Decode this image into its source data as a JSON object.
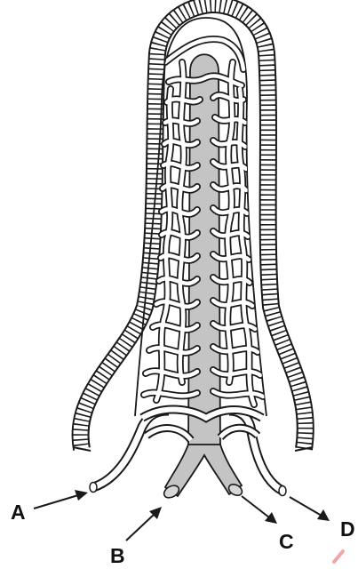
{
  "diagram": {
    "labels": {
      "a": "A",
      "b": "B",
      "c": "C",
      "d": "D"
    },
    "colors": {
      "ink": "#1a1a1a",
      "lacteal": "#c4c4c4",
      "background": "#ffffff",
      "watermark": "#f2a7a7"
    }
  }
}
